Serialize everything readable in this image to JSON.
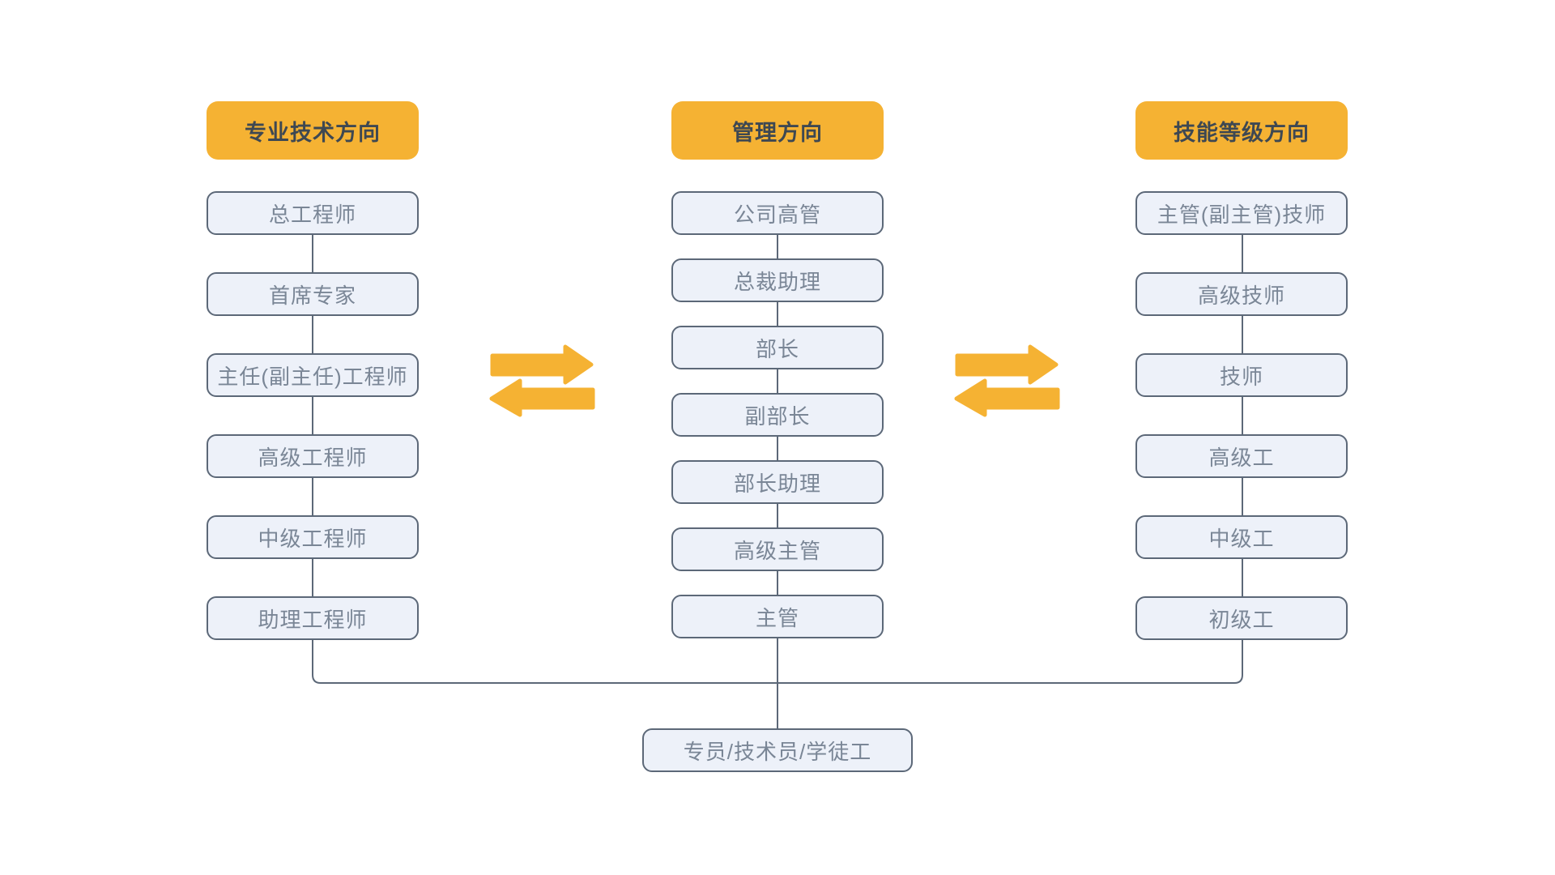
{
  "diagram": {
    "columns": [
      {
        "header": "专业技术方向",
        "items": [
          "总工程师",
          "首席专家",
          "主任(副主任)工程师",
          "高级工程师",
          "中级工程师",
          "助理工程师"
        ]
      },
      {
        "header": "管理方向",
        "items": [
          "公司高管",
          "总裁助理",
          "部长",
          "副部长",
          "部长助理",
          "高级主管",
          "主管"
        ]
      },
      {
        "header": "技能等级方向",
        "items": [
          "主管(副主管)技师",
          "高级技师",
          "技师",
          "高级工",
          "中级工",
          "初级工"
        ]
      }
    ],
    "base": "专员/技术员/学徒工",
    "colors": {
      "header_bg": "#F5B233",
      "header_text": "#3E4852",
      "box_bg": "#EDF1F9",
      "box_border": "#5C6878",
      "box_text": "#7A8696",
      "connector": "#5C6878",
      "arrow": "#F5B233",
      "background": "#FFFFFF"
    }
  }
}
